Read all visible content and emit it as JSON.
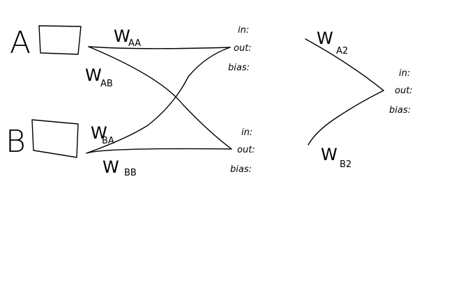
{
  "inputs": [
    {
      "letter": "A"
    },
    {
      "letter": "B"
    }
  ],
  "neurons": [
    {
      "in_label": "in:",
      "out_label": "out:",
      "bias_label": "bias:"
    },
    {
      "in_label": "in:",
      "out_label": "out:",
      "bias_label": "bias:"
    },
    {
      "in_label": "in:",
      "out_label": "out:",
      "bias_label": "bias:"
    }
  ],
  "weights": [
    {
      "w": "W",
      "sub": "AA"
    },
    {
      "w": "W",
      "sub": "AB"
    },
    {
      "w": "W",
      "sub": "BA"
    },
    {
      "w": "W",
      "sub": "BB"
    },
    {
      "w": "W",
      "sub": "A2"
    },
    {
      "w": "W",
      "sub": "B2"
    }
  ]
}
